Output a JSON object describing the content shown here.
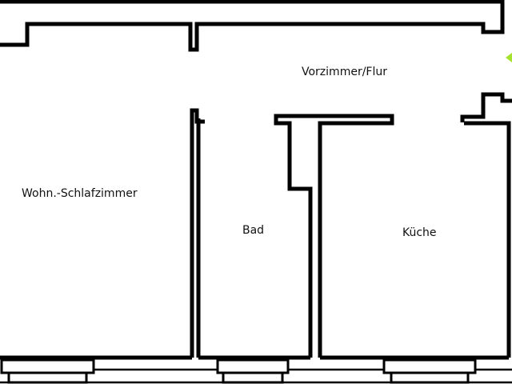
{
  "rooms": {
    "hallway": "Vorzimmer/Flur",
    "living": "Wohn.-Schlafzimmer",
    "bath": "Bad",
    "kitchen": "Küche"
  },
  "colors": {
    "wall": "#000000",
    "entrance_marker": "#a6e22e"
  },
  "icons": {
    "entrance": "entrance-arrow-icon"
  }
}
